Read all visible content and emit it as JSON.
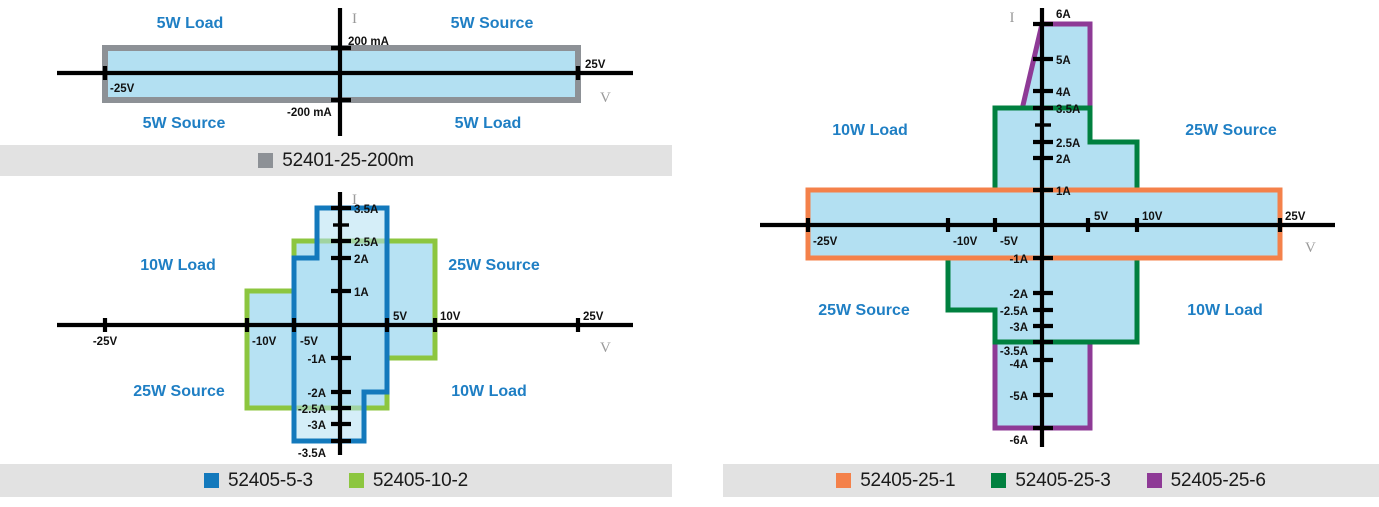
{
  "colors": {
    "fill": "#b3e0f2",
    "quad_text": "#1f7fc4",
    "axis": "#000000",
    "axis_letter": "#9a9a9a",
    "legend_bg": "#e2e2e2",
    "series_52401_25_200m": "#8d9196",
    "series_52405_5_3": "#1379bc",
    "series_52405_10_2": "#8cc63f",
    "series_52405_25_1": "#f4814a",
    "series_52405_25_3": "#00803f",
    "series_52405_25_6": "#8e3a96"
  },
  "axis_letters": {
    "current": "I",
    "voltage": "V"
  },
  "charts": [
    {
      "id": "chart-top-left",
      "quadrant_labels": {
        "top_left": "5W Load",
        "top_right": "5W Source",
        "bottom_left": "5W Source",
        "bottom_right": "5W Load"
      },
      "tick_labels": {
        "v_neg": "-25V",
        "v_pos": "25V",
        "i_pos": "200 mA",
        "i_neg": "-200 mA"
      },
      "legend": [
        {
          "label": "52401-25-200m",
          "color": "#8d9196"
        }
      ]
    },
    {
      "id": "chart-bottom-left",
      "quadrant_labels": {
        "top_left": "10W Load",
        "top_right": "25W Source",
        "bottom_left": "25W Source",
        "bottom_right": "10W Load"
      },
      "v_ticks": [
        "-25V",
        "-10V",
        "-5V",
        "5V",
        "10V",
        "25V"
      ],
      "i_ticks": [
        "3.5A",
        "2.5A",
        "2A",
        "1A",
        "-1A",
        "-2A",
        "-2.5A",
        "-3A",
        "-3.5A"
      ],
      "legend": [
        {
          "label": "52405-5-3",
          "color": "#1379bc"
        },
        {
          "label": "52405-10-2",
          "color": "#8cc63f"
        }
      ]
    },
    {
      "id": "chart-right",
      "quadrant_labels": {
        "top_left": "10W Load",
        "top_right": "25W Source",
        "bottom_left": "25W Source",
        "bottom_right": "10W Load"
      },
      "v_ticks": [
        "-25V",
        "-10V",
        "-5V",
        "5V",
        "10V",
        "25V"
      ],
      "i_ticks": [
        "6A",
        "5A",
        "4A",
        "3.5A",
        "2.5A",
        "2A",
        "1A",
        "-1A",
        "-2A",
        "-2.5A",
        "-3A",
        "-3.5A",
        "-4A",
        "-5A",
        "-6A"
      ],
      "legend": [
        {
          "label": "52405-25-1",
          "color": "#f4814a"
        },
        {
          "label": "52405-25-3",
          "color": "#00803f"
        },
        {
          "label": "52405-25-6",
          "color": "#8e3a96"
        }
      ]
    }
  ],
  "chart_data": [
    {
      "type": "area",
      "title": "52401-25-200m operating envelope",
      "xlabel": "V",
      "ylabel": "I",
      "xlim": [
        -27,
        27
      ],
      "ylim": [
        -0.26,
        0.26
      ],
      "grid": false,
      "legend_position": "bottom",
      "series": [
        {
          "name": "52401-25-200m",
          "color": "#8d9196",
          "polygon": [
            [
              -25,
              0.2
            ],
            [
              25,
              0.2
            ],
            [
              25,
              -0.2
            ],
            [
              -25,
              -0.2
            ]
          ]
        }
      ],
      "annotations": [
        "5W Load",
        "5W Source",
        "5W Source",
        "5W Load"
      ]
    },
    {
      "type": "area",
      "title": "52405-5-3 and 52405-10-2 operating envelopes",
      "xlabel": "V",
      "ylabel": "I",
      "xlim": [
        -27,
        27
      ],
      "ylim": [
        -3.8,
        3.8
      ],
      "grid": false,
      "legend_position": "bottom",
      "series": [
        {
          "name": "52405-5-3",
          "color": "#1379bc",
          "polygon": [
            [
              -5,
              2
            ],
            [
              -2.5,
              2
            ],
            [
              -2.5,
              3.5
            ],
            [
              5,
              3.5
            ],
            [
              5,
              -2
            ],
            [
              2.5,
              -2
            ],
            [
              2.5,
              -3.5
            ],
            [
              -5,
              -3.5
            ]
          ]
        },
        {
          "name": "52405-10-2",
          "color": "#8cc63f",
          "polygon": [
            [
              -10,
              1
            ],
            [
              -5,
              1
            ],
            [
              -5,
              2.5
            ],
            [
              10,
              2.5
            ],
            [
              10,
              -1
            ],
            [
              5,
              -1
            ],
            [
              5,
              -2.5
            ],
            [
              -10,
              -2.5
            ]
          ]
        }
      ],
      "annotations": [
        "10W Load",
        "25W Source",
        "25W Source",
        "10W Load"
      ]
    },
    {
      "type": "area",
      "title": "52405-25-1, 52405-25-3 and 52405-25-6 operating envelopes",
      "xlabel": "V",
      "ylabel": "I",
      "xlim": [
        -27,
        27
      ],
      "ylim": [
        -6.5,
        6.5
      ],
      "grid": false,
      "legend_position": "bottom",
      "series": [
        {
          "name": "52405-25-1",
          "color": "#f4814a",
          "polygon": [
            [
              -25,
              1
            ],
            [
              25,
              1
            ],
            [
              25,
              -1
            ],
            [
              -25,
              -1
            ]
          ]
        },
        {
          "name": "52405-25-3",
          "color": "#00803f",
          "polygon": [
            [
              -5,
              3.5
            ],
            [
              5,
              3.5
            ],
            [
              5,
              2.5
            ],
            [
              10,
              2.5
            ],
            [
              10,
              -3.5
            ],
            [
              -5,
              -3.5
            ],
            [
              -5,
              -2.5
            ],
            [
              -10,
              -2.5
            ],
            [
              -10,
              1
            ],
            [
              -5,
              1
            ]
          ]
        },
        {
          "name": "52405-25-6",
          "color": "#8e3a96",
          "polygon": [
            [
              0,
              6
            ],
            [
              5,
              6
            ],
            [
              5,
              -6
            ],
            [
              -5,
              -6
            ],
            [
              -5,
              0
            ]
          ]
        }
      ],
      "annotations": [
        "10W Load",
        "25W Source",
        "25W Source",
        "10W Load"
      ]
    }
  ]
}
